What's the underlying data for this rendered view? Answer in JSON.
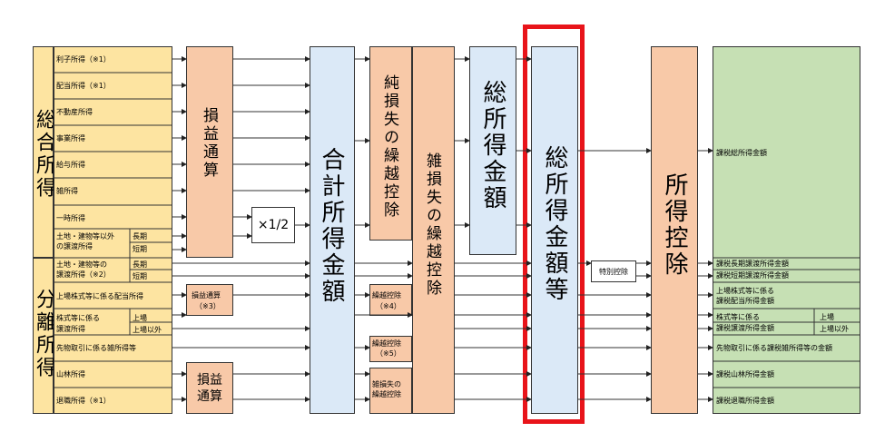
{
  "left_group": {
    "sogo": "総合所得",
    "bunri": "分離所得"
  },
  "income_items": {
    "rishi": "利子所得（※1）",
    "haito": "配当所得（※1）",
    "fudosan": "不動産所得",
    "jigyo": "事業所得",
    "kyuyo": "給与所得",
    "zatsu": "雑所得",
    "ichiji": "一時所得",
    "tochi_sogo_line1": "土地・建物等以外",
    "tochi_sogo_line2": "の譲渡所得",
    "choki": "長期",
    "tanki": "短期",
    "tochi_bunri_line1": "土地・建物等の",
    "tochi_bunri_line2": "譲渡所得（※2）",
    "choki2": "長期",
    "tanki2": "短期",
    "jojo": "上場株式等に係る配当所得",
    "kabu_line1": "株式等に係る",
    "kabu_line2": "譲渡所得",
    "jojo_short": "上場",
    "jojo_igai": "上場以外",
    "sakimono": "先物取引に係る雑所得等",
    "sanrin": "山林所得",
    "taishoku": "退職所得（※1）"
  },
  "boxes": {
    "soneki1": "損益通算",
    "half": "×1/2",
    "goukei": "合計所得金額",
    "junsonshitsu": "純損失の繰越控除",
    "zatsuson": "雑損失の繰越控除",
    "sosho": "総所得金額",
    "soshotoku_to": "総所得金額等",
    "tokubetsu": "特別控除",
    "shotoku_kojo": "所得控除",
    "soneki3_line1": "損益通算",
    "soneki3_line2": "（※3）",
    "kurikoshi4_line1": "繰越控除",
    "kurikoshi4_line2": "（※4）",
    "kurikoshi5_line1": "繰越控除",
    "kurikoshi5_line2": "（※5）",
    "zatsuson_small_line1": "雑損失の",
    "zatsuson_small_line2": "繰越控除",
    "soneki_bottom_line1": "損益",
    "soneki_bottom_line2": "通算"
  },
  "outputs": {
    "kazei_so": "課税総所得金額",
    "kazei_choki": "課税長期譲渡所得金額",
    "kazei_tanki": "課税短期譲渡所得金額",
    "jojo_line1": "上場株式等に係る",
    "jojo_line2": "課税配当所得金額",
    "kabu_line1": "株式等に係る",
    "kabu_line2": "課税譲渡所得金額",
    "jojo": "上場",
    "jojo_igai": "上場以外",
    "sakimono": "先物取引に係る課税雑所得等の金額",
    "sanrin": "課税山林所得金額",
    "taishoku": "課税退職所得金額"
  },
  "colors": {
    "yellow": "#fde4a1",
    "orange": "#f8c9a8",
    "blue": "#dbe9f7",
    "green": "#c6e0b4",
    "highlight": "#e8141a"
  }
}
